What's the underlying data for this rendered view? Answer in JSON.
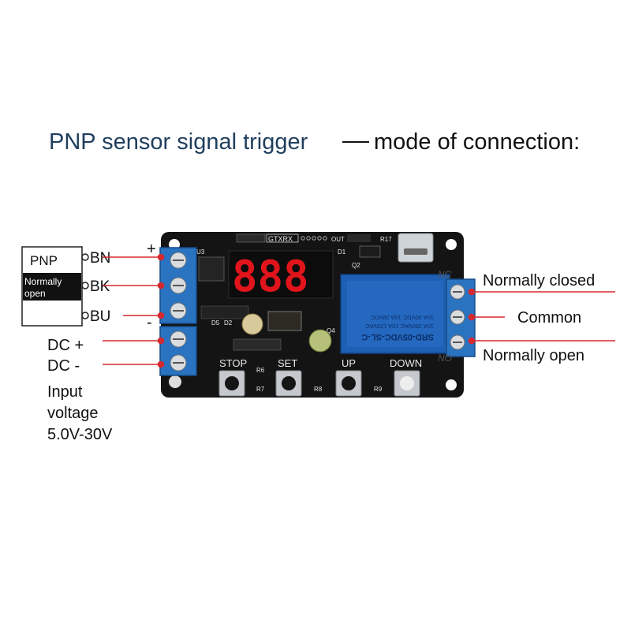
{
  "title": {
    "part1": "PNP sensor signal trigger",
    "part2": "mode of connection:",
    "color1": "#1f3e5e",
    "color2": "#111111"
  },
  "sensor": {
    "label": "PNP",
    "mode": "Normally open",
    "wires": [
      "BN",
      "BK",
      "BU"
    ]
  },
  "polarity": {
    "plus": "+",
    "minus": "-"
  },
  "power": {
    "dc_plus": "DC +",
    "dc_minus": "DC -",
    "input_line1": "Input",
    "input_line2": "voltage",
    "input_line3": "5.0V-30V"
  },
  "relay_outputs": {
    "nc_label": "Normally closed",
    "com_label": "Common",
    "no_label": "Normally open",
    "nc_tag": "NC",
    "no_tag": "NO"
  },
  "board": {
    "display": "888",
    "buttons": [
      "STOP",
      "SET",
      "UP",
      "DOWN"
    ],
    "header_text": "GTXRX",
    "out_label": "OUT",
    "silk": [
      "U3",
      "D1",
      "Q2",
      "R17",
      "D5",
      "D2",
      "Q4",
      "R6",
      "R7",
      "R8",
      "R9"
    ],
    "relay_lines": [
      "SRD-05VDC-SL-C",
      "10A 250VAC  10A 125VAC",
      "10A 30VDC  10A 28VDC"
    ]
  },
  "colors": {
    "wire": "#d7282f",
    "pcb": "#141414",
    "terminal": "#2a73c0",
    "relay": "#1d5fb3"
  }
}
